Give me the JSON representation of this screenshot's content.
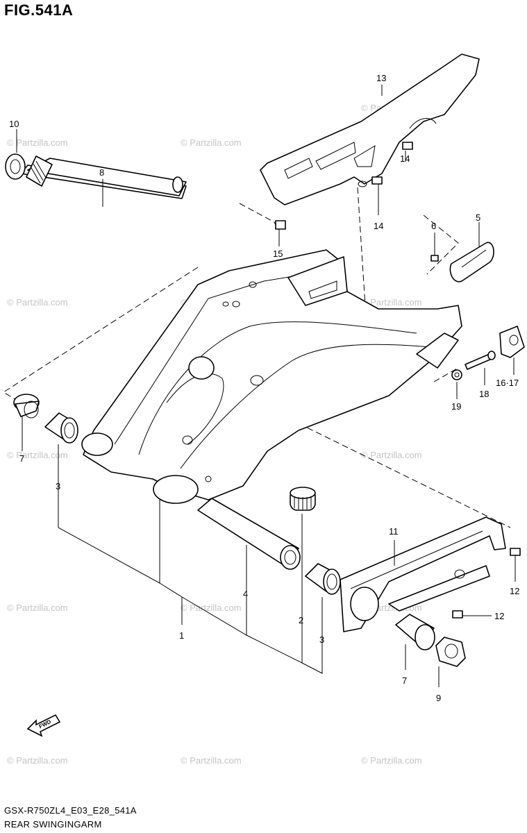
{
  "figure": {
    "title": "FIG.541A",
    "code": "GSX-R750ZL4_E03_E28_541A",
    "name": "REAR SWINGINGARM"
  },
  "watermark": "© Partzilla.com",
  "fwd_label": "FWD",
  "callouts": {
    "c1": "1",
    "c2": "2",
    "c3a": "3",
    "c3b": "3",
    "c4": "4",
    "c5": "5",
    "c6": "6",
    "c7a": "7",
    "c7b": "7",
    "c8": "8",
    "c9": "9",
    "c10": "10",
    "c11": "11",
    "c12a": "12",
    "c12b": "12",
    "c13": "13",
    "c14a": "14",
    "c14b": "14",
    "c15": "15",
    "c16": "16·17",
    "c18": "18",
    "c19": "19"
  }
}
